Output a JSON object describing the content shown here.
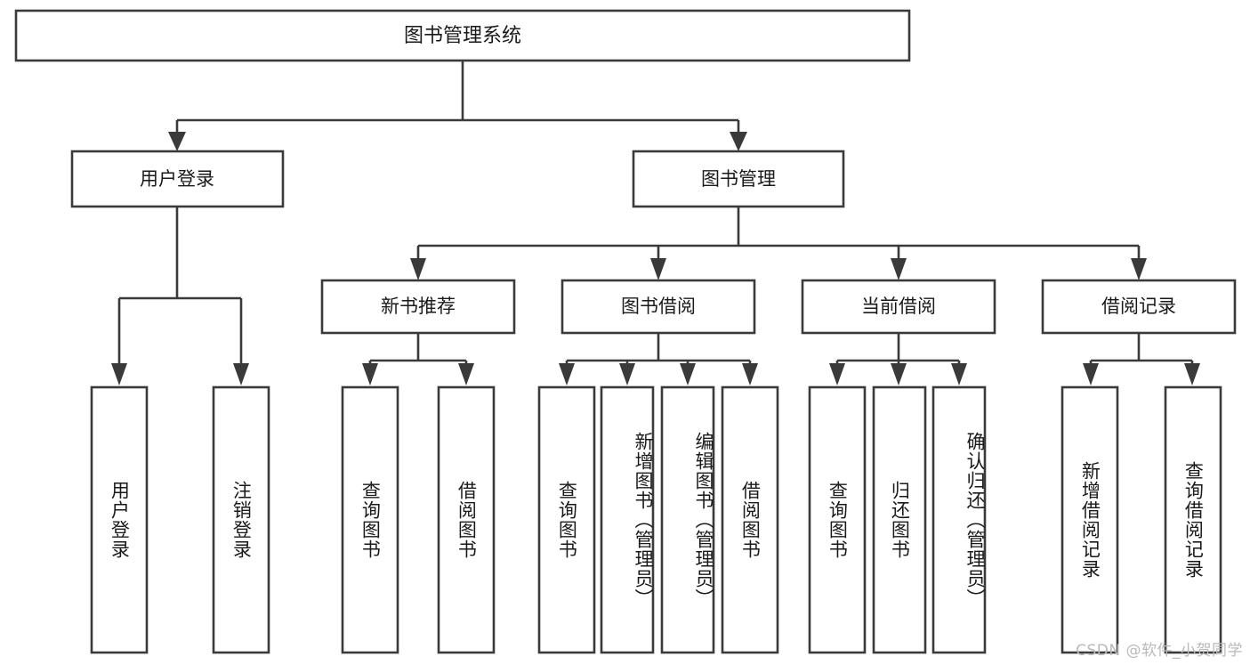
{
  "diagram": {
    "type": "tree-hierarchy",
    "title": "图书管理系统",
    "orientation": "top-down",
    "root": {
      "id": "root",
      "label": "图书管理系统",
      "text_direction": "horizontal"
    },
    "level2": [
      {
        "id": "user-login",
        "label": "用户登录",
        "text_direction": "horizontal"
      },
      {
        "id": "book-manage",
        "label": "图书管理",
        "text_direction": "horizontal"
      }
    ],
    "level3": [
      {
        "id": "new-book-recommend",
        "label": "新书推荐",
        "parent": "book-manage",
        "text_direction": "horizontal"
      },
      {
        "id": "book-borrow",
        "label": "图书借阅",
        "parent": "book-manage",
        "text_direction": "horizontal"
      },
      {
        "id": "current-borrow",
        "label": "当前借阅",
        "parent": "book-manage",
        "text_direction": "horizontal"
      },
      {
        "id": "borrow-record",
        "label": "借阅记录",
        "parent": "book-manage",
        "text_direction": "horizontal"
      }
    ],
    "leaves": [
      {
        "id": "leaf-user-login",
        "label": "用户登录",
        "parent": "user-login",
        "text_direction": "vertical"
      },
      {
        "id": "leaf-user-logout",
        "label": "注销登录",
        "parent": "user-login",
        "text_direction": "vertical"
      },
      {
        "id": "leaf-query-book-1",
        "label": "查询图书",
        "parent": "new-book-recommend",
        "text_direction": "vertical"
      },
      {
        "id": "leaf-borrow-book-1",
        "label": "借阅图书",
        "parent": "new-book-recommend",
        "text_direction": "vertical"
      },
      {
        "id": "leaf-query-book-2",
        "label": "查询图书",
        "parent": "book-borrow",
        "text_direction": "vertical"
      },
      {
        "id": "leaf-add-book",
        "label": "新增图书（管理员）",
        "parent": "book-borrow",
        "text_direction": "vertical"
      },
      {
        "id": "leaf-edit-book",
        "label": "编辑图书（管理员）",
        "parent": "book-borrow",
        "text_direction": "vertical"
      },
      {
        "id": "leaf-borrow-book-2",
        "label": "借阅图书",
        "parent": "book-borrow",
        "text_direction": "vertical"
      },
      {
        "id": "leaf-query-book-3",
        "label": "查询图书",
        "parent": "current-borrow",
        "text_direction": "vertical"
      },
      {
        "id": "leaf-return-book",
        "label": "归还图书",
        "parent": "current-borrow",
        "text_direction": "vertical"
      },
      {
        "id": "leaf-confirm-return",
        "label": "确认归还（管理员）",
        "parent": "current-borrow",
        "text_direction": "vertical"
      },
      {
        "id": "leaf-add-record",
        "label": "新增借阅记录",
        "parent": "borrow-record",
        "text_direction": "vertical"
      },
      {
        "id": "leaf-query-record",
        "label": "查询借阅记录",
        "parent": "borrow-record",
        "text_direction": "vertical"
      }
    ],
    "colors": {
      "stroke": "#3a3a3a",
      "fill": "#ffffff",
      "text": "#1a1a1a",
      "background": "#ffffff",
      "watermark": "#b9b9b9"
    }
  },
  "watermark": {
    "text": "CSDN @软件_小贺同学"
  }
}
